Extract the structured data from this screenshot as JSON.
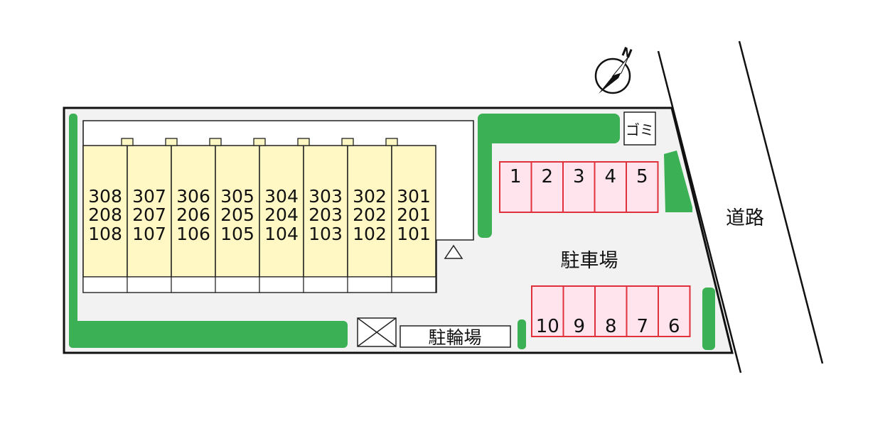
{
  "compass": {
    "north_label": "N"
  },
  "trash_label": "ゴミ",
  "road_label": "道路",
  "parking_label": "駐車場",
  "bicycle_label": "駐輪場",
  "units": [
    {
      "floor3": "308",
      "floor2": "208",
      "floor1": "108"
    },
    {
      "floor3": "307",
      "floor2": "207",
      "floor1": "107"
    },
    {
      "floor3": "306",
      "floor2": "206",
      "floor1": "106"
    },
    {
      "floor3": "305",
      "floor2": "205",
      "floor1": "105"
    },
    {
      "floor3": "304",
      "floor2": "204",
      "floor1": "104"
    },
    {
      "floor3": "303",
      "floor2": "203",
      "floor1": "103"
    },
    {
      "floor3": "302",
      "floor2": "202",
      "floor1": "102"
    },
    {
      "floor3": "301",
      "floor2": "201",
      "floor1": "101"
    }
  ],
  "parking_top": [
    "1",
    "2",
    "3",
    "4",
    "5"
  ],
  "parking_bottom": [
    "10",
    "9",
    "8",
    "7",
    "6"
  ],
  "colors": {
    "grass": "#3cb054",
    "building": "#fff7c4",
    "parking_fill": "#ffe4ee",
    "parking_border": "#e0303c",
    "lot": "#f2f2f2"
  }
}
